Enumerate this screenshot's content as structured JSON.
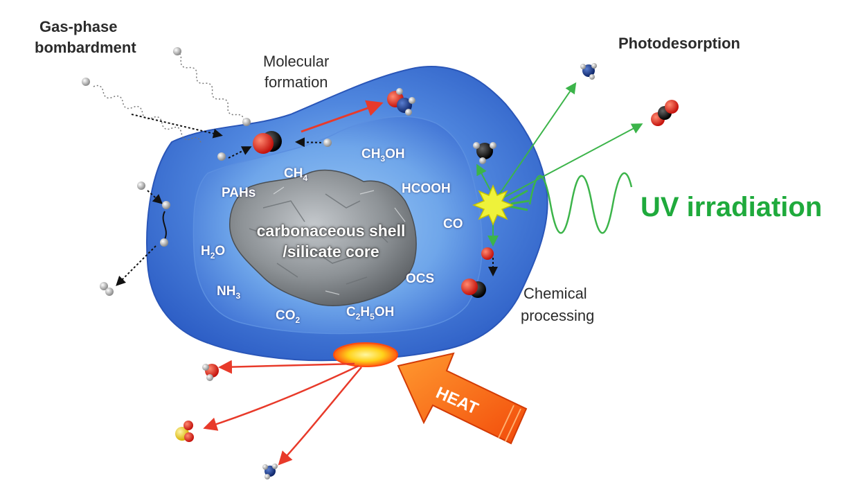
{
  "labels": {
    "gas_phase_line1": "Gas-phase",
    "gas_phase_line2": "bombardment",
    "molecular_line1": "Molecular",
    "molecular_line2": "formation",
    "photodesorption": "Photodesorption",
    "uv": "UV irradiation",
    "chemical_line1": "Chemical",
    "chemical_line2": "processing",
    "heat": "HEAT",
    "core_line1": "carbonaceous shell",
    "core_line2": "/silicate core"
  },
  "molecules": {
    "ch3oh": {
      "a": "CH",
      "s": "3",
      "b": "OH"
    },
    "ch4": {
      "a": "CH",
      "s": "4",
      "b": ""
    },
    "pahs": {
      "a": "PAHs",
      "s": "",
      "b": ""
    },
    "hcooh": {
      "a": "HCOOH",
      "s": "",
      "b": ""
    },
    "co": {
      "a": "CO",
      "s": "",
      "b": ""
    },
    "h2o": {
      "a": "H",
      "s": "2",
      "b": "O"
    },
    "ocs": {
      "a": "OCS",
      "s": "",
      "b": ""
    },
    "nh3": {
      "a": "NH",
      "s": "3",
      "b": ""
    },
    "co2": {
      "a": "CO",
      "s": "2",
      "b": ""
    },
    "c2h5oh": {
      "a": "C",
      "s": "2",
      "b": "H",
      "s2": "5",
      "c": "OH"
    }
  },
  "colors": {
    "ice_outer": "#3a6fd0",
    "ice_inner": "#7fb4ee",
    "uv_green": "#1faa3c",
    "heat_orange": "#ff6a1a",
    "arrow_red": "#e83a2a",
    "oxygen": "#e8231b",
    "carbon": "#111111",
    "hydrogen": "#d8d8d8",
    "nitrogen": "#1d3f8f",
    "sulfur": "#f2d21e"
  }
}
